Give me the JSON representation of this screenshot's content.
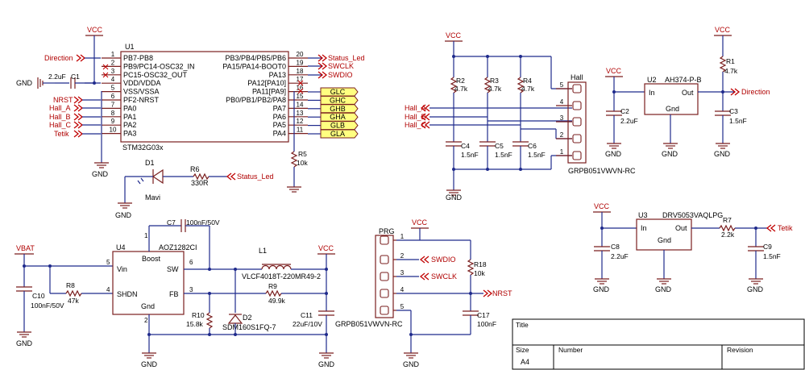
{
  "u1": {
    "ref": "U1",
    "part": "STM32G03x",
    "left_pins": [
      {
        "num": "1",
        "name": "PB7-PB8"
      },
      {
        "num": "2",
        "name": "PB9/PC14-OSC32_IN"
      },
      {
        "num": "3",
        "name": "PC15-OSC32_OUT"
      },
      {
        "num": "4",
        "name": "VDD/VDDA"
      },
      {
        "num": "5",
        "name": "VSS/VSSA"
      },
      {
        "num": "6",
        "name": "PF2-NRST"
      },
      {
        "num": "7",
        "name": "PA0"
      },
      {
        "num": "8",
        "name": "PA1"
      },
      {
        "num": "9",
        "name": "PA2"
      },
      {
        "num": "10",
        "name": "PA3"
      }
    ],
    "right_pins": [
      {
        "num": "20",
        "name": "PB3/PB4/PB5/PB6"
      },
      {
        "num": "19",
        "name": "PA15/PA14-BOOT0"
      },
      {
        "num": "18",
        "name": "PA13"
      },
      {
        "num": "17",
        "name": "PA12[PA10]"
      },
      {
        "num": "16",
        "name": "PA11[PA9]"
      },
      {
        "num": "15",
        "name": "PB0/PB1/PB2/PA8"
      },
      {
        "num": "14",
        "name": "PA7"
      },
      {
        "num": "13",
        "name": "PA6"
      },
      {
        "num": "12",
        "name": "PA5"
      },
      {
        "num": "11",
        "name": "PA4"
      }
    ]
  },
  "nets": {
    "vcc": "VCC",
    "gnd": "GND",
    "vbat": "VBAT",
    "direction": "Direction",
    "nrst": "NRST",
    "hall_a": "Hall_A",
    "hall_b": "Hall_B",
    "hall_c": "Hall_C",
    "tetik": "Tetik",
    "status_led": "Status_Led",
    "swclk": "SWCLK",
    "swdio": "SWDIO",
    "glc": "GLC",
    "ghc": "GHC",
    "ghb": "GHB",
    "gha": "GHA",
    "glb": "GLB",
    "gla": "GLA"
  },
  "parts": {
    "c1": {
      "ref": "C1",
      "value": "2.2uF"
    },
    "r5": {
      "ref": "R5",
      "value": "10k"
    },
    "d1": {
      "ref": "D1",
      "value": "Mavi"
    },
    "r6": {
      "ref": "R6",
      "value": "330R"
    },
    "r2": {
      "ref": "R2",
      "value": "4.7k"
    },
    "r3": {
      "ref": "R3",
      "value": "4.7k"
    },
    "r4": {
      "ref": "R4",
      "value": "4.7k"
    },
    "c4": {
      "ref": "C4",
      "value": "1.5nF"
    },
    "c5": {
      "ref": "C5",
      "value": "1.5nF"
    },
    "c6": {
      "ref": "C6",
      "value": "1.5nF"
    },
    "hall": {
      "ref": "Hall",
      "part": "GRPB051VWVN-RC",
      "pins": [
        "5",
        "4",
        "3",
        "2",
        "1"
      ]
    },
    "u2": {
      "ref": "U2",
      "part": "AH374-P-B",
      "in": "In",
      "out": "Out",
      "gnd": "Gnd"
    },
    "c2": {
      "ref": "C2",
      "value": "2.2uF"
    },
    "r1": {
      "ref": "R1",
      "value": "4.7k"
    },
    "c3": {
      "ref": "C3",
      "value": "1.5nF"
    },
    "u4": {
      "ref": "U4",
      "part": "AOZ1282CI",
      "vin": "Vin",
      "boost": "Boost",
      "sw": "SW",
      "shdn": "SHDN",
      "fb": "FB",
      "gnd": "Gnd",
      "pins": {
        "vin": "5",
        "boost": "1",
        "sw": "6",
        "shdn": "4",
        "fb": "3",
        "gnd": "2"
      }
    },
    "c7": {
      "ref": "C7",
      "value": "100nF/50V"
    },
    "l1": {
      "ref": "L1",
      "value": "VLCF4018T-220MR49-2"
    },
    "c10": {
      "ref": "C10",
      "value": "100nF/50V"
    },
    "r8": {
      "ref": "R8",
      "value": "47k"
    },
    "r9": {
      "ref": "R9",
      "value": "49.9k"
    },
    "r10": {
      "ref": "R10",
      "value": "15.8k"
    },
    "d2": {
      "ref": "D2",
      "value": "SDM160S1FQ-7"
    },
    "c11": {
      "ref": "C11",
      "value": "22uF/10V"
    },
    "prg": {
      "ref": "PRG",
      "part": "GRPB051VWVN-RC",
      "pins": [
        "1",
        "2",
        "3",
        "4",
        "5"
      ]
    },
    "r18": {
      "ref": "R18",
      "value": "10k"
    },
    "c17": {
      "ref": "C17",
      "value": "100nF"
    },
    "u3": {
      "ref": "U3",
      "part": "DRV5053VAQLPG",
      "in": "In",
      "out": "Out",
      "gnd": "Gnd"
    },
    "c8": {
      "ref": "C8",
      "value": "2.2uF"
    },
    "r7": {
      "ref": "R7",
      "value": "2.2k"
    },
    "c9": {
      "ref": "C9",
      "value": "1.5nF"
    }
  },
  "title_block": {
    "title": "Title",
    "size": "Size",
    "size_value": "A4",
    "number": "Number",
    "revision": "Revision"
  }
}
